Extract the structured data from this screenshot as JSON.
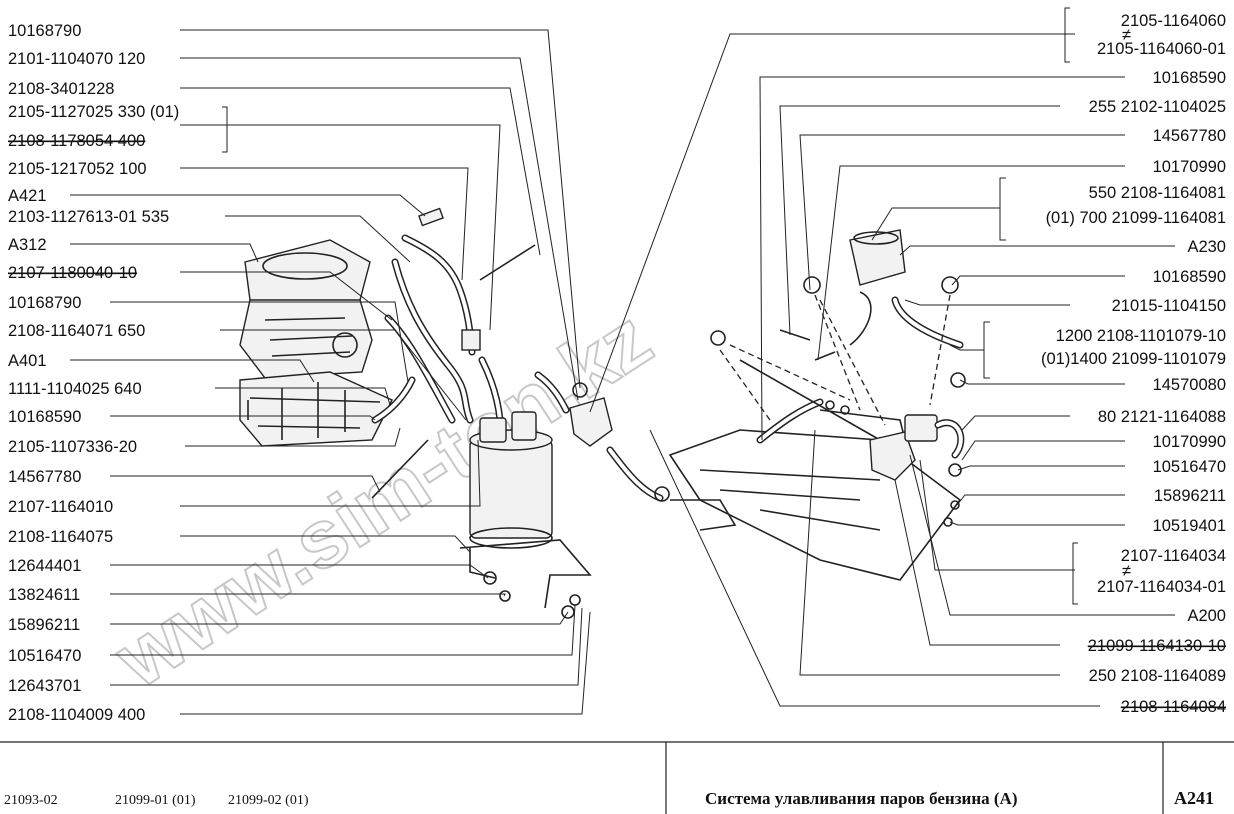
{
  "left_labels": [
    {
      "text": "10168790"
    },
    {
      "text": "2101-1104070  120"
    },
    {
      "text": "2108-3401228"
    },
    {
      "text": "2105-1127025  330 (01)"
    },
    {
      "text": "2108-1178054  400"
    },
    {
      "text": "2105-1217052  100"
    },
    {
      "text": "A421"
    },
    {
      "text": "2103-1127613-01  535"
    },
    {
      "text": "A312"
    },
    {
      "text": "2107-1180040-10"
    },
    {
      "text": "10168790"
    },
    {
      "text": "2108-1164071  650"
    },
    {
      "text": "A401"
    },
    {
      "text": "1111-1104025  640"
    },
    {
      "text": "10168590"
    },
    {
      "text": "2105-1107336-20"
    },
    {
      "text": "14567780"
    },
    {
      "text": "2107-1164010"
    },
    {
      "text": "2108-1164075"
    },
    {
      "text": "12644401"
    },
    {
      "text": "13824611"
    },
    {
      "text": "15896211"
    },
    {
      "text": "10516470"
    },
    {
      "text": "12643701"
    },
    {
      "text": "2108-1104009  400"
    }
  ],
  "right_labels": [
    {
      "text": "2105-1164060"
    },
    {
      "text": "≠"
    },
    {
      "text": "2105-1164060-01"
    },
    {
      "text": "10168590"
    },
    {
      "text": "255  2102-1104025"
    },
    {
      "text": "14567780"
    },
    {
      "text": "10170990"
    },
    {
      "text": "550    2108-1164081"
    },
    {
      "text": "(01) 700  21099-1164081"
    },
    {
      "text": "A230"
    },
    {
      "text": "10168590"
    },
    {
      "text": "21015-1104150"
    },
    {
      "text": "1200  2108-1101079-10"
    },
    {
      "text": "(01)1400    21099-1101079"
    },
    {
      "text": "14570080"
    },
    {
      "text": "80  2121-1164088"
    },
    {
      "text": "10170990"
    },
    {
      "text": "10516470"
    },
    {
      "text": "15896211"
    },
    {
      "text": "10519401"
    },
    {
      "text": "2107-1164034"
    },
    {
      "text": "≠"
    },
    {
      "text": "2107-1164034-01"
    },
    {
      "text": "A200"
    },
    {
      "text": "21099-1164130-10"
    },
    {
      "text": "250  2108-1164089"
    },
    {
      "text": "2108-1164084"
    }
  ],
  "footer": {
    "models": [
      "21093-02",
      "21099-01 (01)",
      "21099-02 (01)"
    ],
    "title": "Система улавливания паров бензина (А)",
    "code": "A241"
  },
  "watermark": "www.sim-ton.kz"
}
